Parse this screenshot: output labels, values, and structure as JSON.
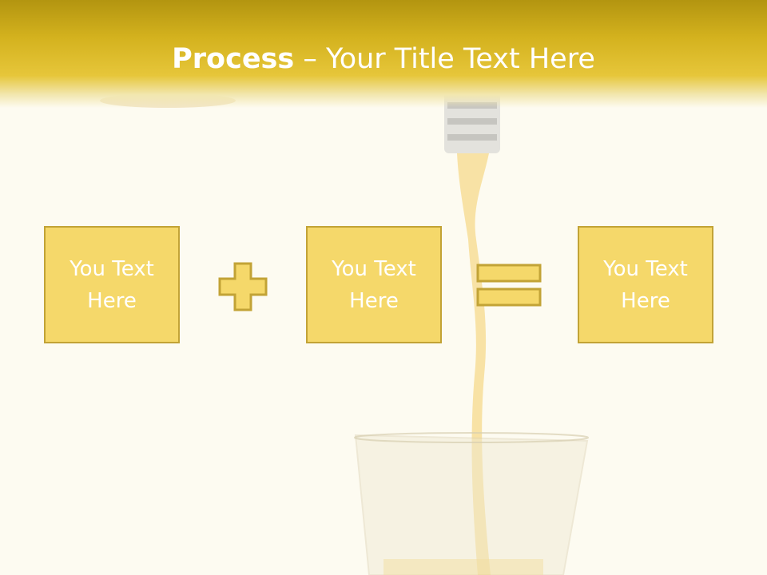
{
  "slide": {
    "title_strong": "Process",
    "title_rest": " – Your Title Text Here",
    "boxes": [
      {
        "text": "You Text Here"
      },
      {
        "text": "You Text Here"
      },
      {
        "text": "You Text Here"
      }
    ],
    "operators": [
      "plus-icon",
      "equals-icon"
    ]
  },
  "colors": {
    "header": "#d4b21e",
    "box_fill": "#f5d86a",
    "box_border": "#c2a336",
    "background": "#fdfbf1"
  }
}
